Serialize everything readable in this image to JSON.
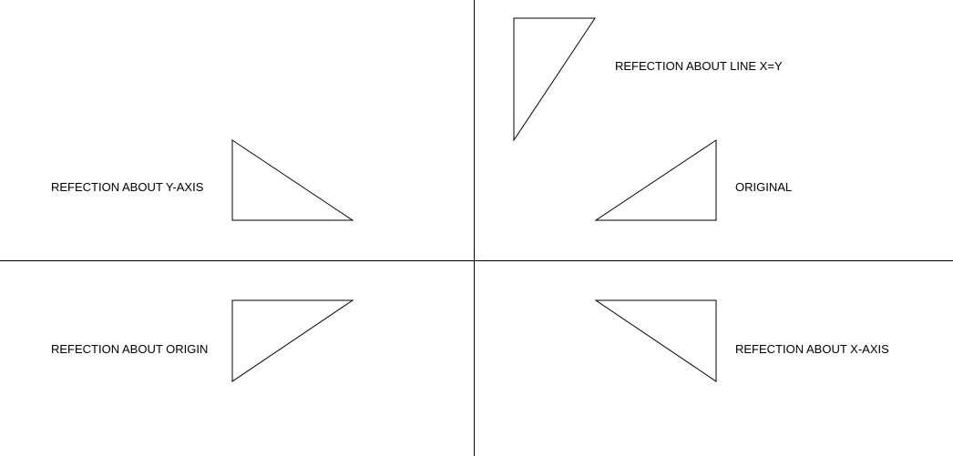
{
  "labels": {
    "original": "ORIGINAL",
    "reflection_x_axis": "REFECTION ABOUT X-AXIS",
    "reflection_y_axis": "REFECTION ABOUT Y-AXIS",
    "reflection_origin": "REFECTION ABOUT ORIGIN",
    "reflection_line_x_eq_y": "REFECTION ABOUT LINE X=Y"
  },
  "colors": {
    "background": "#ffffff",
    "stroke": "#000000"
  }
}
